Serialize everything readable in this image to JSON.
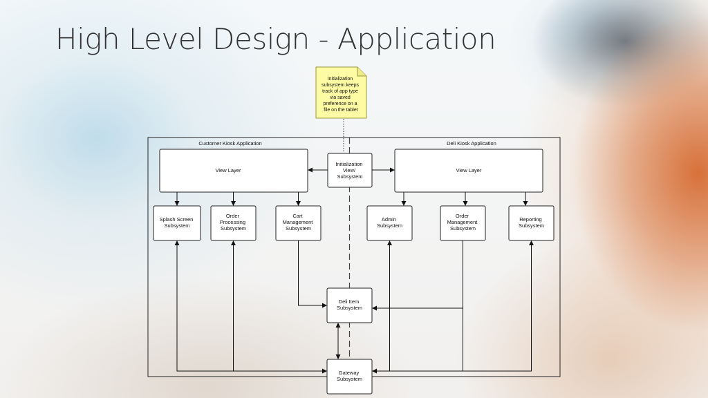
{
  "title": "High Level Design - Application",
  "note": [
    "Initialization",
    "subsystem keeps",
    "track of app type",
    "via saved",
    "preference on a",
    "file on the tablet"
  ],
  "customer_app": {
    "label": "Customer Kiosk Application",
    "view_layer": [
      "View Layer"
    ],
    "splash": [
      "Splash Screen",
      "Subsystem"
    ],
    "order_processing": [
      "Order",
      "Processing",
      "Subsystem"
    ],
    "cart_management": [
      "Cart",
      "Management",
      "Subsystem"
    ]
  },
  "deli_app": {
    "label": "Deli Kiosk Application",
    "view_layer": [
      "View Layer"
    ],
    "admin": [
      "Admin",
      "Subsystem"
    ],
    "order_management": [
      "Order",
      "Management",
      "Subsystem"
    ],
    "reporting": [
      "Reporting",
      "Subsystem"
    ]
  },
  "init": [
    "Initialization",
    "View/",
    "Subsystem"
  ],
  "deli_item": [
    "Deli Item",
    "Subsystem"
  ],
  "gateway": [
    "Gateway",
    "Subsystem"
  ],
  "colors": {
    "note_fill": "#fdfba3",
    "note_stroke": "#9a9a3c",
    "line": "#111111"
  }
}
